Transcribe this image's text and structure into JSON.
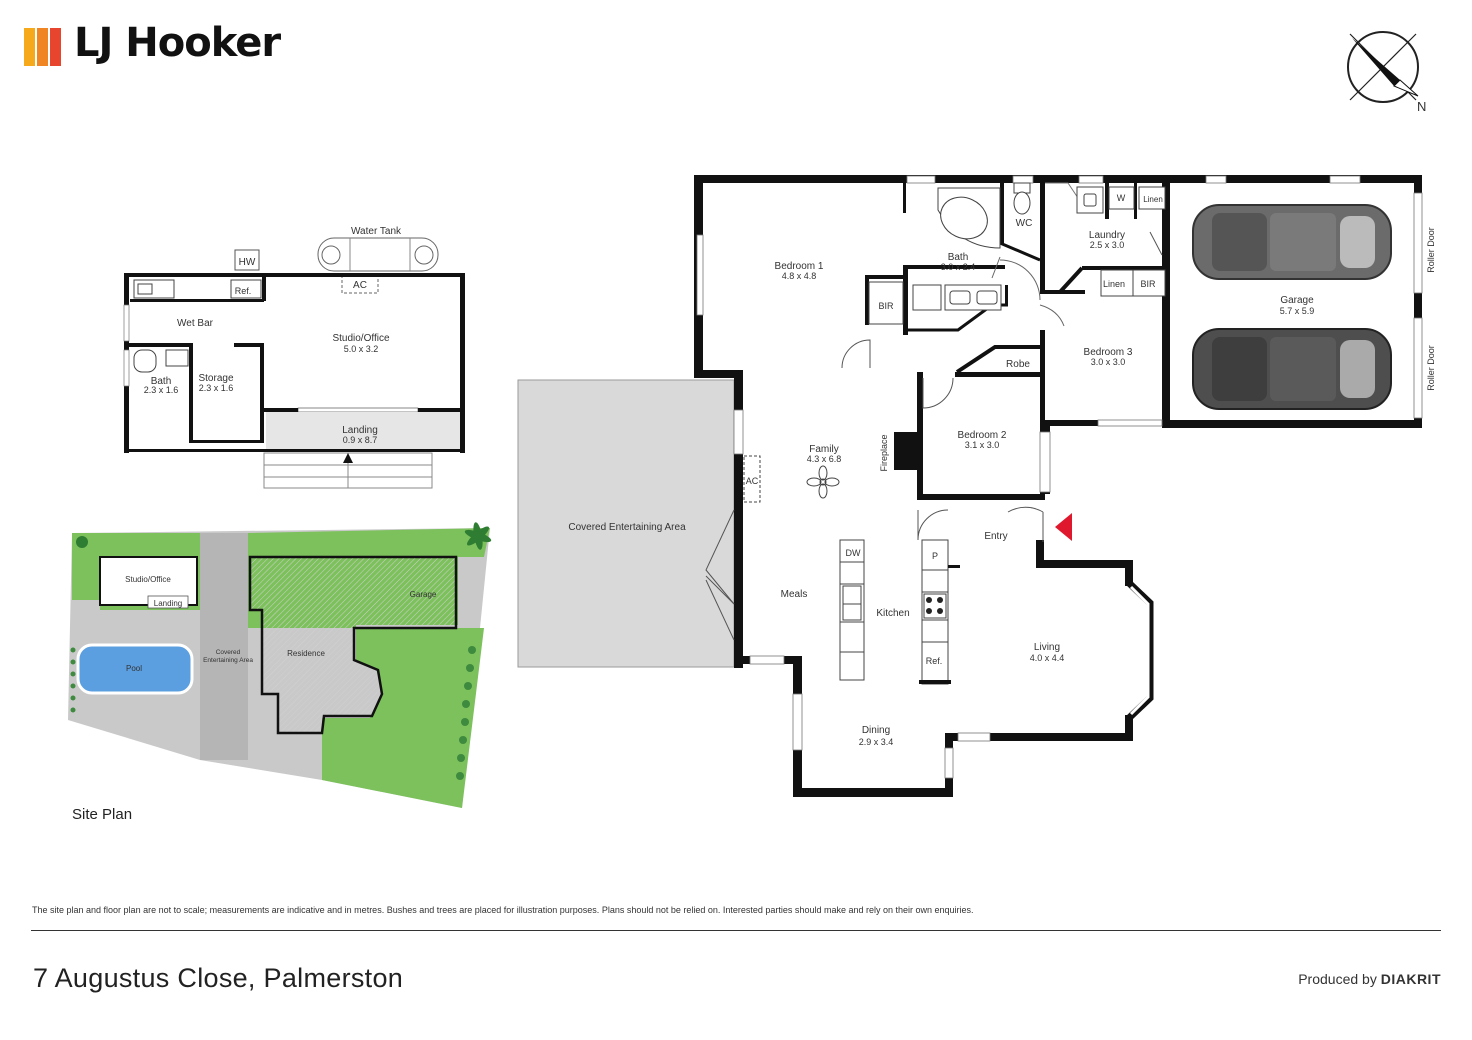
{
  "brand": {
    "name": "LJ Hooker"
  },
  "compass": {
    "label": "N"
  },
  "studio": {
    "water_tank": "Water Tank",
    "hw": "HW",
    "ac": "AC",
    "ref": "Ref.",
    "wet_bar": "Wet Bar",
    "studio_office": {
      "name": "Studio/Office",
      "dim": "5.0 x 3.2"
    },
    "bath": {
      "name": "Bath",
      "dim": "2.3 x 1.6"
    },
    "storage": {
      "name": "Storage",
      "dim": "2.3 x 1.6"
    },
    "landing": {
      "name": "Landing",
      "dim": "0.9 x 8.7"
    }
  },
  "site_plan": {
    "label": "Site Plan",
    "studio_office": "Studio/Office",
    "landing": "Landing",
    "pool": "Pool",
    "covered": [
      "Covered",
      "Entertaining Area"
    ],
    "residence": "Residence",
    "garage": "Garage"
  },
  "house": {
    "covered_area": "Covered Entertaining Area",
    "bedroom1": {
      "name": "Bedroom 1",
      "dim": "4.8 x 4.8"
    },
    "bath": {
      "name": "Bath",
      "dim": "3.0 x 2.4"
    },
    "wc": "WC",
    "laundry": {
      "name": "Laundry",
      "dim": "2.5 x 3.0"
    },
    "w": "W",
    "linen_top": "Linen",
    "linen_mid": "Linen",
    "bir_mid": "BIR",
    "bir_left": "BIR",
    "garage": {
      "name": "Garage",
      "dim": "5.7 x 5.9"
    },
    "roller_door_1": "Roller Door",
    "roller_door_2": "Roller Door",
    "bedroom3": {
      "name": "Bedroom 3",
      "dim": "3.0 x 3.0"
    },
    "robe": "Robe",
    "bedroom2": {
      "name": "Bedroom 2",
      "dim": "3.1 x 3.0"
    },
    "family": {
      "name": "Family",
      "dim": "4.3 x 6.8"
    },
    "fireplace": "Fireplace",
    "ac": "AC",
    "entry": "Entry",
    "dw": "DW",
    "p": "P",
    "meals": "Meals",
    "kitchen": "Kitchen",
    "ref": "Ref.",
    "living": {
      "name": "Living",
      "dim": "4.0 x 4.4"
    },
    "dining": {
      "name": "Dining",
      "dim": "2.9 x 3.4"
    }
  },
  "footer": {
    "disclaimer": "The site plan and floor plan are not to scale; measurements are indicative and in metres. Bushes and trees are placed for illustration purposes. Plans should not be relied on. Interested parties should make and rely on their own enquiries.",
    "address": "7 Augustus Close, Palmerston",
    "produced_by": "Produced by",
    "producer": "DIAKRIT"
  },
  "colors": {
    "logo_bars": [
      "#f6a91b",
      "#f08524",
      "#e8452e"
    ],
    "wall": "#111111",
    "covered": "#d9d9d9",
    "lawn": "#7cc15c",
    "pool": "#5b9fe0",
    "entry_arrow": "#e0182d"
  }
}
